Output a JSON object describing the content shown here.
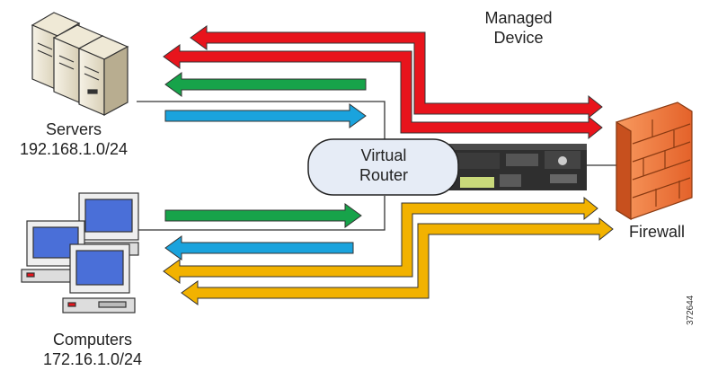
{
  "labels": {
    "managed_device_line1": "Managed",
    "managed_device_line2": "Device",
    "servers_name": "Servers",
    "servers_subnet": "192.168.1.0/24",
    "computers_name": "Computers",
    "computers_subnet": "172.16.1.0/24",
    "virtual_router_line1": "Virtual",
    "virtual_router_line2": "Router",
    "firewall": "Firewall",
    "figure_id": "372644"
  },
  "colors": {
    "red_arrow": "#e8141c",
    "green_arrow": "#17a34a",
    "blue_arrow": "#1aa3dd",
    "yellow_arrow": "#f2b200",
    "arrow_outline": "#333333",
    "router_fill": "#e6ecf6",
    "firewall_brick": "#f07a3a"
  },
  "icons": {
    "servers": "server-stack-icon",
    "computers": "computer-cluster-icon",
    "managed_device": "managed-device-appliance-icon",
    "firewall": "firewall-brick-wall-icon"
  }
}
